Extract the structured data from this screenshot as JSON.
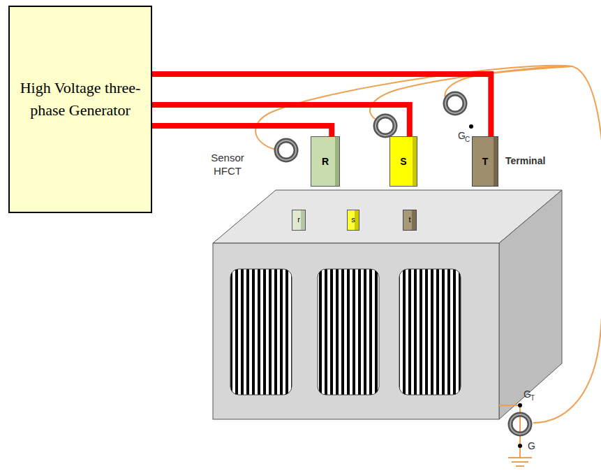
{
  "diagram": {
    "nodes": [
      {
        "text": [
          "High Voltage three-phase Generator"
        ]
      },
      {
        "text": [
          "R"
        ]
      },
      {
        "text": [
          "S"
        ]
      },
      {
        "text": [
          "T"
        ]
      },
      {
        "text": [
          "r"
        ]
      },
      {
        "text": [
          "s"
        ]
      },
      {
        "text": [
          "t"
        ]
      }
    ],
    "edges": [
      {
        "from": 0,
        "to": 1,
        "arrow": "none"
      },
      {
        "from": 0,
        "to": 2,
        "arrow": "none"
      },
      {
        "from": 0,
        "to": 3,
        "arrow": "none"
      }
    ],
    "labels": [
      "Sensor HFCT",
      "G",
      "C",
      "Terminal",
      "G",
      "T",
      "G"
    ]
  }
}
